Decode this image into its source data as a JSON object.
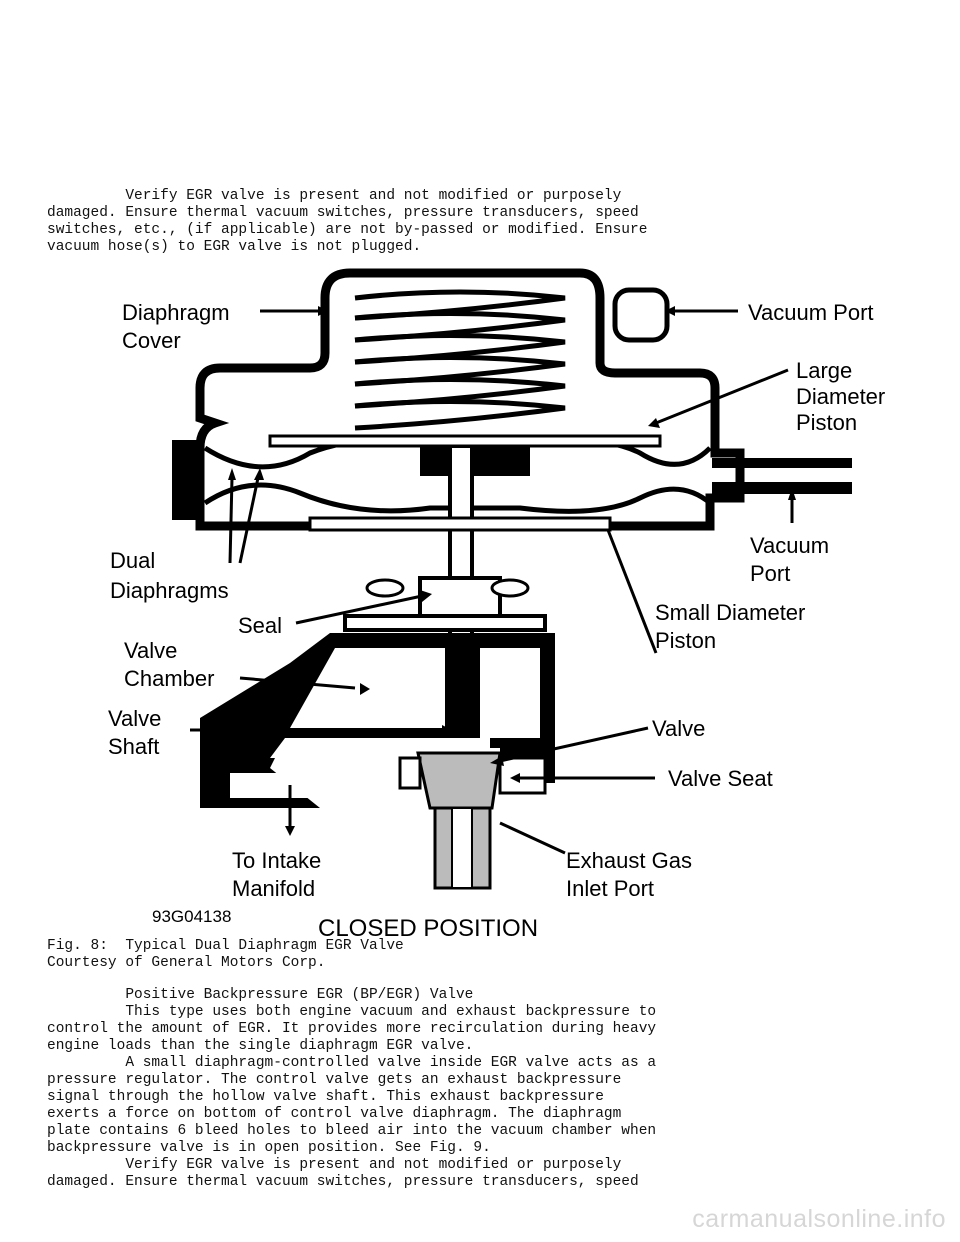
{
  "intro_text": "         Verify EGR valve is present and not modified or purposely\ndamaged. Ensure thermal vacuum switches, pressure transducers, speed\nswitches, etc., (if applicable) are not by-passed or modified. Ensure\nvacuum hose(s) to EGR valve is not plugged.",
  "figure": {
    "labels": {
      "diaphragm_cover_1": "Diaphragm",
      "diaphragm_cover_2": "Cover",
      "vacuum_port_top": "Vacuum Port",
      "large_piston_1": "Large",
      "large_piston_2": "Diameter",
      "large_piston_3": "Piston",
      "dual_1": "Dual",
      "dual_2": "Diaphragms",
      "vacuum_port_side_1": "Vacuum",
      "vacuum_port_side_2": "Port",
      "seal": "Seal",
      "small_piston_1": "Small Diameter",
      "small_piston_2": "Piston",
      "valve_chamber_1": "Valve",
      "valve_chamber_2": "Chamber",
      "valve_shaft_1": "Valve",
      "valve_shaft_2": "Shaft",
      "valve": "Valve",
      "valve_seat": "Valve Seat",
      "intake_1": "To Intake",
      "intake_2": "Manifold",
      "exhaust_1": "Exhaust Gas",
      "exhaust_2": "Inlet Port",
      "figure_code": "93G04138",
      "position": "CLOSED POSITION"
    }
  },
  "caption": "Fig. 8:  Typical Dual Diaphragm EGR Valve\nCourtesy of General Motors Corp.",
  "body_text": "         Positive Backpressure EGR (BP/EGR) Valve\n         This type uses both engine vacuum and exhaust backpressure to\ncontrol the amount of EGR. It provides more recirculation during heavy\nengine loads than the single diaphragm EGR valve.\n         A small diaphragm-controlled valve inside EGR valve acts as a\npressure regulator. The control valve gets an exhaust backpressure\nsignal through the hollow valve shaft. This exhaust backpressure\nexerts a force on bottom of control valve diaphragm. The diaphragm\nplate contains 6 bleed holes to bleed air into the vacuum chamber when\nbackpressure valve is in open position. See Fig. 9.\n         Verify EGR valve is present and not modified or purposely\ndamaged. Ensure thermal vacuum switches, pressure transducers, speed",
  "watermark": "carmanualsonline.info"
}
